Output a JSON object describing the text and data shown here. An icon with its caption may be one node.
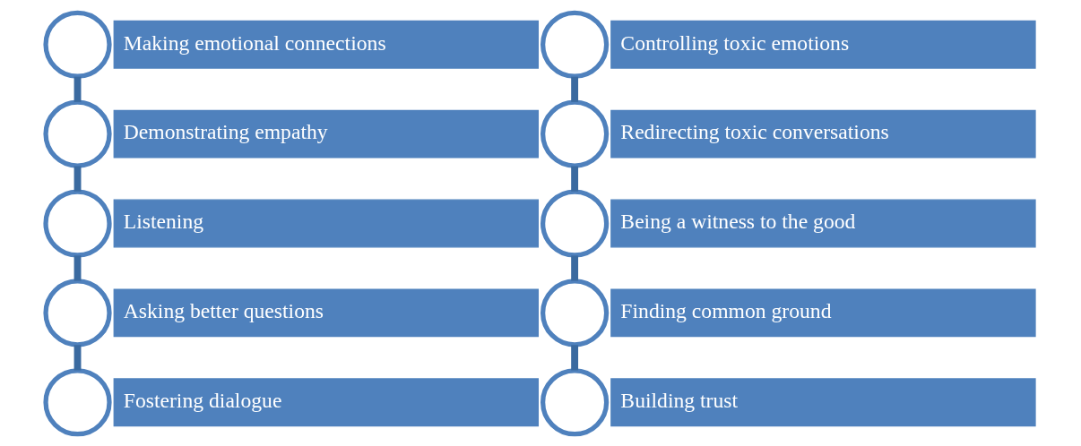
{
  "diagram": {
    "nodes": [
      {
        "text": [],
        "shape": "circle"
      },
      {
        "text": [
          "Making emotional connections"
        ]
      },
      {
        "text": [],
        "shape": "circle"
      },
      {
        "text": [
          "Demonstrating empathy"
        ]
      },
      {
        "text": [],
        "shape": "circle"
      },
      {
        "text": [
          "Listening"
        ]
      },
      {
        "text": [],
        "shape": "circle"
      },
      {
        "text": [
          "Asking better questions"
        ]
      },
      {
        "text": [],
        "shape": "circle"
      },
      {
        "text": [
          "Fostering dialogue"
        ]
      },
      {
        "text": [],
        "shape": "circle"
      },
      {
        "text": [
          "Controlling toxic emotions"
        ]
      },
      {
        "text": [],
        "shape": "circle"
      },
      {
        "text": [
          "Redirecting toxic conversations"
        ]
      },
      {
        "text": [],
        "shape": "circle"
      },
      {
        "text": [
          "Being a witness to the good"
        ]
      },
      {
        "text": [],
        "shape": "circle"
      },
      {
        "text": [
          "Finding common ground"
        ]
      },
      {
        "text": [],
        "shape": "circle"
      },
      {
        "text": [
          "Building trust"
        ]
      }
    ],
    "edges": [
      {
        "from": 0,
        "to": 2,
        "arrow": "none"
      },
      {
        "from": 2,
        "to": 4,
        "arrow": "none"
      },
      {
        "from": 4,
        "to": 6,
        "arrow": "none"
      },
      {
        "from": 6,
        "to": 8,
        "arrow": "none"
      },
      {
        "from": 10,
        "to": 12,
        "arrow": "none"
      },
      {
        "from": 12,
        "to": 14,
        "arrow": "none"
      },
      {
        "from": 14,
        "to": 16,
        "arrow": "none"
      },
      {
        "from": 16,
        "to": 18,
        "arrow": "none"
      }
    ]
  }
}
